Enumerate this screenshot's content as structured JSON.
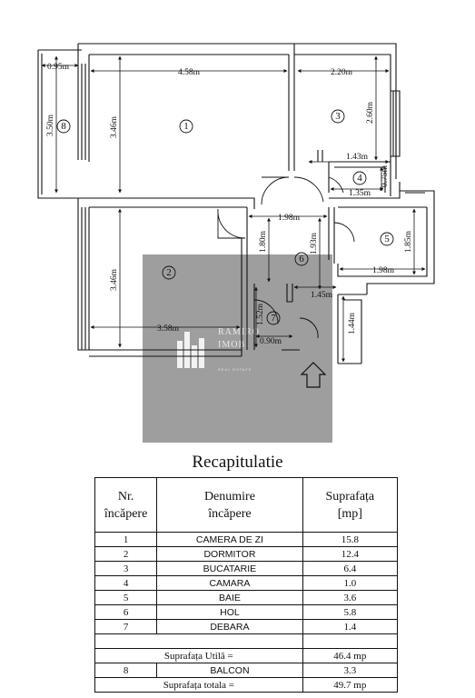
{
  "plan": {
    "dimensions": {
      "d095": "0.95m",
      "d458": "4.58m",
      "d220": "2.20m",
      "d350": "3.50m",
      "d346a": "3.46m",
      "d260": "2.60m",
      "d143": "1.43m",
      "d075": "0.75m",
      "d135": "1.35m",
      "d198a": "1.98m",
      "d180": "1.80m",
      "d193": "1.93m",
      "d185": "1.85m",
      "d346b": "3.46m",
      "d198b": "1.98m",
      "d145": "1.45m",
      "d152": "1.52m",
      "d144": "1.44m",
      "d358": "3.58m",
      "d090": "0.90m"
    },
    "rooms": [
      "1",
      "2",
      "3",
      "4",
      "5",
      "6",
      "7",
      "8"
    ],
    "entrance_icon": "entrance-arrow-icon",
    "watermark": {
      "text1": "RAMIRO",
      "text2": "IMOB",
      "sub": "REAL ESTATE",
      "bg": "#9e9e9e"
    }
  },
  "recap": {
    "title": "Recapitulatie",
    "headers": {
      "nr_line1": "Nr.",
      "nr_line2": "încăpere",
      "name_line1": "Denumire",
      "name_line2": "încăpere",
      "area_line1": "Suprafața",
      "area_line2": "[mp]"
    },
    "rows": [
      {
        "nr": "1",
        "name": "CAMERA DE ZI",
        "area": "15.8"
      },
      {
        "nr": "2",
        "name": "DORMITOR",
        "area": "12.4"
      },
      {
        "nr": "3",
        "name": "BUCATARIE",
        "area": "6.4"
      },
      {
        "nr": "4",
        "name": "CAMARA",
        "area": "1.0"
      },
      {
        "nr": "5",
        "name": "BAIE",
        "area": "3.6"
      },
      {
        "nr": "6",
        "name": "HOL",
        "area": "5.8"
      },
      {
        "nr": "7",
        "name": "DEBARA",
        "area": "1.4"
      }
    ],
    "useful_label": "Suprafața Utilă  =",
    "useful_value": "46.4 mp",
    "balcony": {
      "nr": "8",
      "name": "BALCON",
      "area": "3.3"
    },
    "total_label": "Suprafața totala  =",
    "total_value": "49.7 mp"
  }
}
